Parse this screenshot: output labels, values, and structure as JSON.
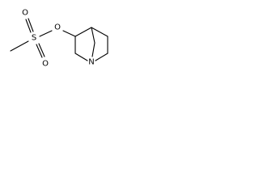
{
  "molecule": {
    "atoms": {
      "sulfur": "S",
      "oxygen_top": "O",
      "oxygen_bottom": "O",
      "oxygen_ester": "O",
      "nitrogen": "N"
    }
  },
  "colors": {
    "bond": "#000000",
    "background": "#ffffff"
  }
}
